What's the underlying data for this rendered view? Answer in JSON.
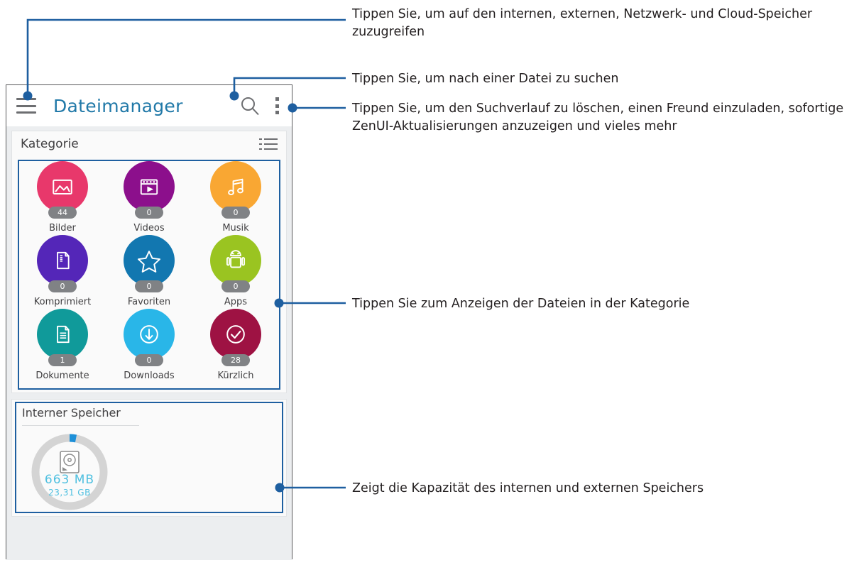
{
  "app": {
    "title": "Dateimanager",
    "menu_icon": "hamburger-menu-icon",
    "search_icon": "search-icon",
    "overflow_icon": "overflow-menu-icon"
  },
  "categories_card": {
    "header": "Kategorie",
    "view_toggle_icon": "list-view-icon",
    "tiles": [
      {
        "label": "Bilder",
        "count": "44",
        "color": "#e8386b",
        "icon": "image-icon"
      },
      {
        "label": "Videos",
        "count": "0",
        "color": "#8c0f8c",
        "icon": "video-icon"
      },
      {
        "label": "Musik",
        "count": "0",
        "color": "#f9a733",
        "icon": "music-note-icon"
      },
      {
        "label": "Komprimiert",
        "count": "0",
        "color": "#5426b8",
        "icon": "zip-file-icon"
      },
      {
        "label": "Favoriten",
        "count": "0",
        "color": "#1277b0",
        "icon": "star-icon"
      },
      {
        "label": "Apps",
        "count": "0",
        "color": "#9ac421",
        "icon": "android-robot-icon"
      },
      {
        "label": "Dokumente",
        "count": "1",
        "color": "#109a9a",
        "icon": "document-icon"
      },
      {
        "label": "Downloads",
        "count": "0",
        "color": "#29b6e8",
        "icon": "download-arrow-icon"
      },
      {
        "label": "Kürzlich",
        "count": "28",
        "color": "#9e1243",
        "icon": "check-circle-icon"
      }
    ]
  },
  "storage_card": {
    "header": "Interner Speicher",
    "drive_icon": "hard-drive-icon",
    "used": "663  MB",
    "total": "23,31  GB",
    "used_percent": 3,
    "ring_color": "#d4d4d4",
    "used_color": "#1e90d8",
    "text_color": "#4fc0e0"
  },
  "callouts": [
    {
      "id": "callout-storage-access",
      "text": "Tippen Sie, um auf den internen, externen, Netzwerk- und Cloud-Speicher zuzugreifen"
    },
    {
      "id": "callout-search",
      "text": "Tippen Sie, um nach einer Datei zu suchen"
    },
    {
      "id": "callout-overflow",
      "text": "Tippen Sie, um den Suchverlauf zu löschen, einen Freund einzuladen, sofortige ZenUI-Aktualisierungen anzuzeigen und vieles mehr"
    },
    {
      "id": "callout-category",
      "text": "Tippen Sie zum Anzeigen der Dateien in der Kategorie"
    },
    {
      "id": "callout-capacity",
      "text": "Zeigt die Kapazität des internen und externen Speichers"
    }
  ],
  "colors": {
    "leader_line": "#1e5fa0",
    "title": "#2179a8",
    "screen_bg": "#eceef0"
  }
}
